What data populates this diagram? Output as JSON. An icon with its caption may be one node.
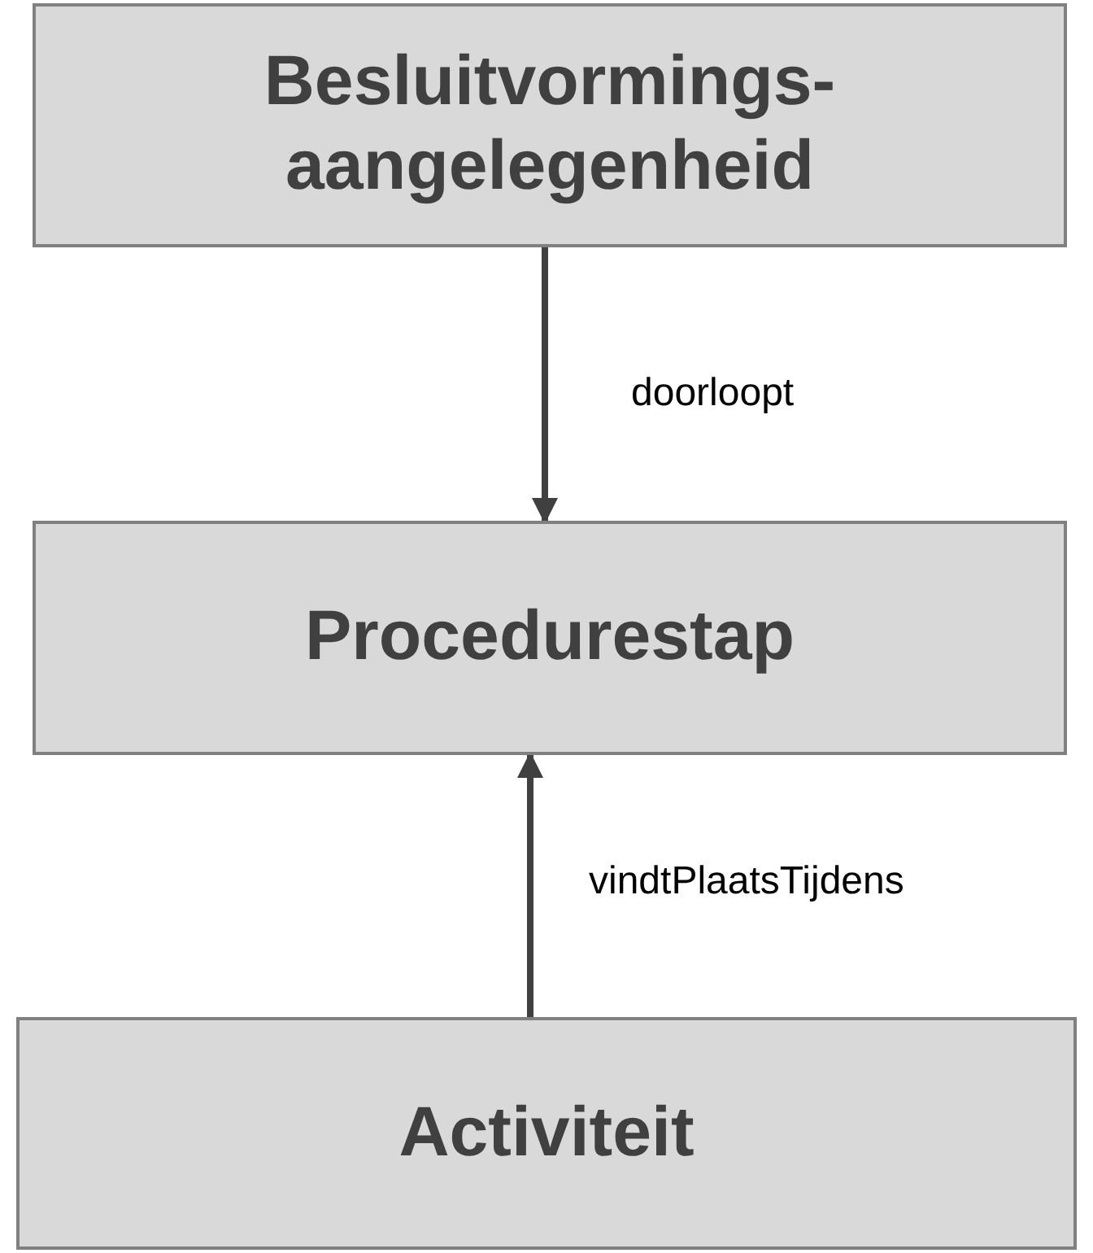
{
  "diagram": {
    "nodes": [
      {
        "text": [
          "Besluitvormings-aangelegenheid"
        ]
      },
      {
        "text": [
          "Procedurestap"
        ]
      },
      {
        "text": [
          "Activiteit"
        ]
      }
    ],
    "edges": [
      {
        "from": 0,
        "to": 1,
        "arrow": "to",
        "label": "doorloopt"
      },
      {
        "from": 2,
        "to": 1,
        "arrow": "to",
        "label": "vindtPlaatsTijdens"
      }
    ]
  }
}
